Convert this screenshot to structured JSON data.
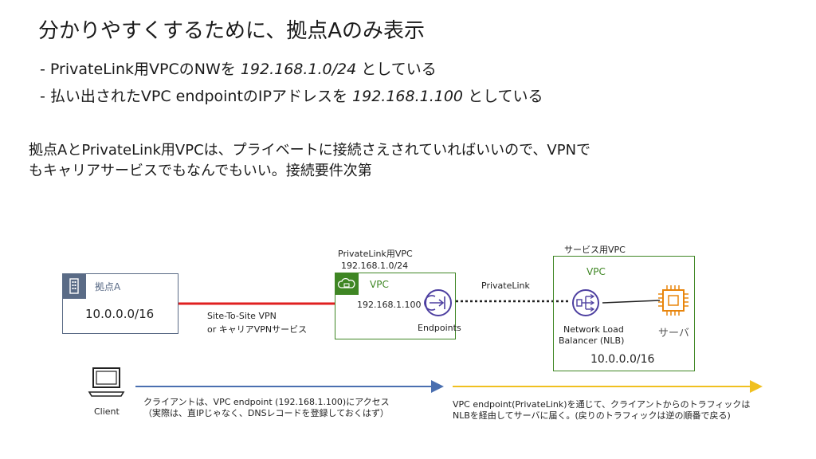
{
  "header": {
    "title": "分かりやすくするために、拠点Aのみ表示",
    "bullets": [
      {
        "prefix": "- PrivateLink用VPCのNWを ",
        "value": "192.168.1.0/24",
        "suffix": " としている"
      },
      {
        "prefix": "- 払い出されたVPC endpointのIPアドレスを ",
        "value": "192.168.1.100",
        "suffix": " としている"
      }
    ],
    "note_lines": [
      "拠点AとPrivateLink用VPCは、プライベートに接続さえされていればいいので、VPNで",
      "もキャリアサービスでもなんでもいい。接続要件次第"
    ]
  },
  "site_a": {
    "label": "拠点A",
    "cidr": "10.0.0.0/16"
  },
  "vpn": {
    "line1": "Site-To-Site VPN",
    "line2": "or キャリアVPNサービス"
  },
  "privatelink_vpc": {
    "title": "PrivateLink用VPC",
    "cidr": "192.168.1.0/24",
    "vpc_label": "VPC",
    "endpoint_ip": "192.168.1.100",
    "endpoint_label": "Endpoints"
  },
  "privatelink": {
    "label": "PrivateLink"
  },
  "service_vpc": {
    "title": "サービス用VPC",
    "vpc_label": "VPC",
    "nlb_line1": "Network Load",
    "nlb_line2": "Balancer (NLB)",
    "server_label": "サーバ",
    "cidr": "10.0.0.0/16"
  },
  "client": {
    "label": "Client"
  },
  "flow": {
    "left_line1": "クライアントは、VPC endpoint (192.168.1.100)にアクセス",
    "left_line2": "（実際は、直IPじゃなく、DNSレコードを登録しておくはず）",
    "right_line1": "VPC endpoint(PrivateLink)を通じて、クライアントからのトラフィックは",
    "right_line2": "NLBを経由してサーバに届く。(戻りのトラフィックは逆の順番で戻る)"
  },
  "colors": {
    "vpc_green": "#3f8624",
    "site_header": "#5a6b86",
    "vpn_line": "#e02020",
    "blue_arrow": "#4a6fb0",
    "yellow_arrow": "#f0c020",
    "endpoint_purple": "#4d3fa0"
  }
}
